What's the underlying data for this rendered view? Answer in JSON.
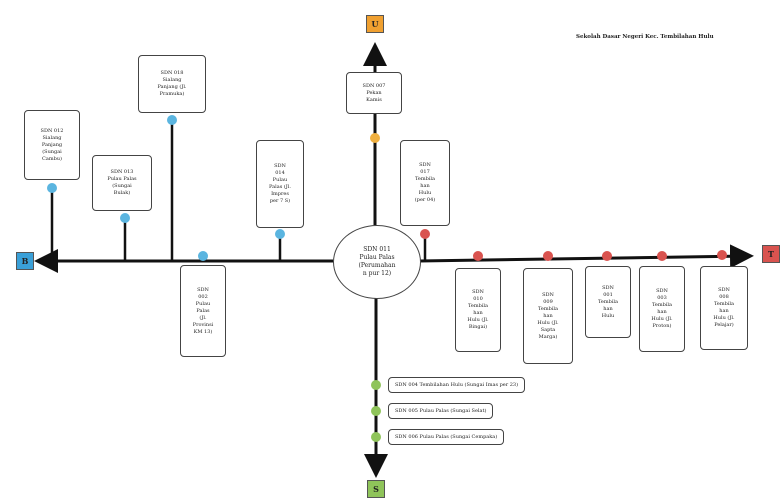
{
  "title": "Sekolah Dasar Negeri Kec. Tembilahan Hulu",
  "colors": {
    "north": "#f0a030",
    "south": "#8fc45a",
    "east": "#d9534f",
    "west": "#3aa0d8",
    "dot_blue": "#5bb5e0",
    "dot_red": "#d9534f",
    "dot_orange": "#f0b040",
    "dot_green": "#8fc45a"
  },
  "directions": {
    "north": "U",
    "south": "S",
    "east": "T",
    "west": "B"
  },
  "center": "SDN 011\nPulau Palas\n(Perumahan\nn pur 12)",
  "north_school": "SDN 007\nPekan\nKamis",
  "west_schools": [
    "SDN 012\nSialang\nPanjang\n(Sungai\nCambu)",
    "SDN 013\nPulau Palas\n(Sungai\nBulak)",
    "SDN 018\nSialang\nPanjang (Jl.\nPramuka)",
    "SDN\n002\nPulau\nPalas\n(Jl.\nProvinsi\nKM 13)",
    "SDN\n014\nPulau\nPalas (Jl.\nImpres\nper 7 S)"
  ],
  "east_top_school": "SDN\n017\nTembila\nhan\nHulu\n(per 04)",
  "east_schools": [
    "SDN\n010\nTembila\nhan\nHulu (Jl.\nBingai)",
    "SDN\n009\nTembila\nhan\nHulu (Jl.\nSapta\nMarga)",
    "SDN\n001\nTembila\nhan\nHulu",
    "SDN\n003\nTembila\nhan\nHulu (Jl.\nProton)",
    "SDN\n008\nTembila\nhan\nHulu (Jl.\nPelajar)"
  ],
  "south_schools": [
    "SDN 004  Tembilahan Hulu (Sungai Imas per 23)",
    "SDN 005 Pulau Palas (Sungai Selat)",
    "SDN 006  Pulau Palas (Sungai Cempaka)"
  ]
}
